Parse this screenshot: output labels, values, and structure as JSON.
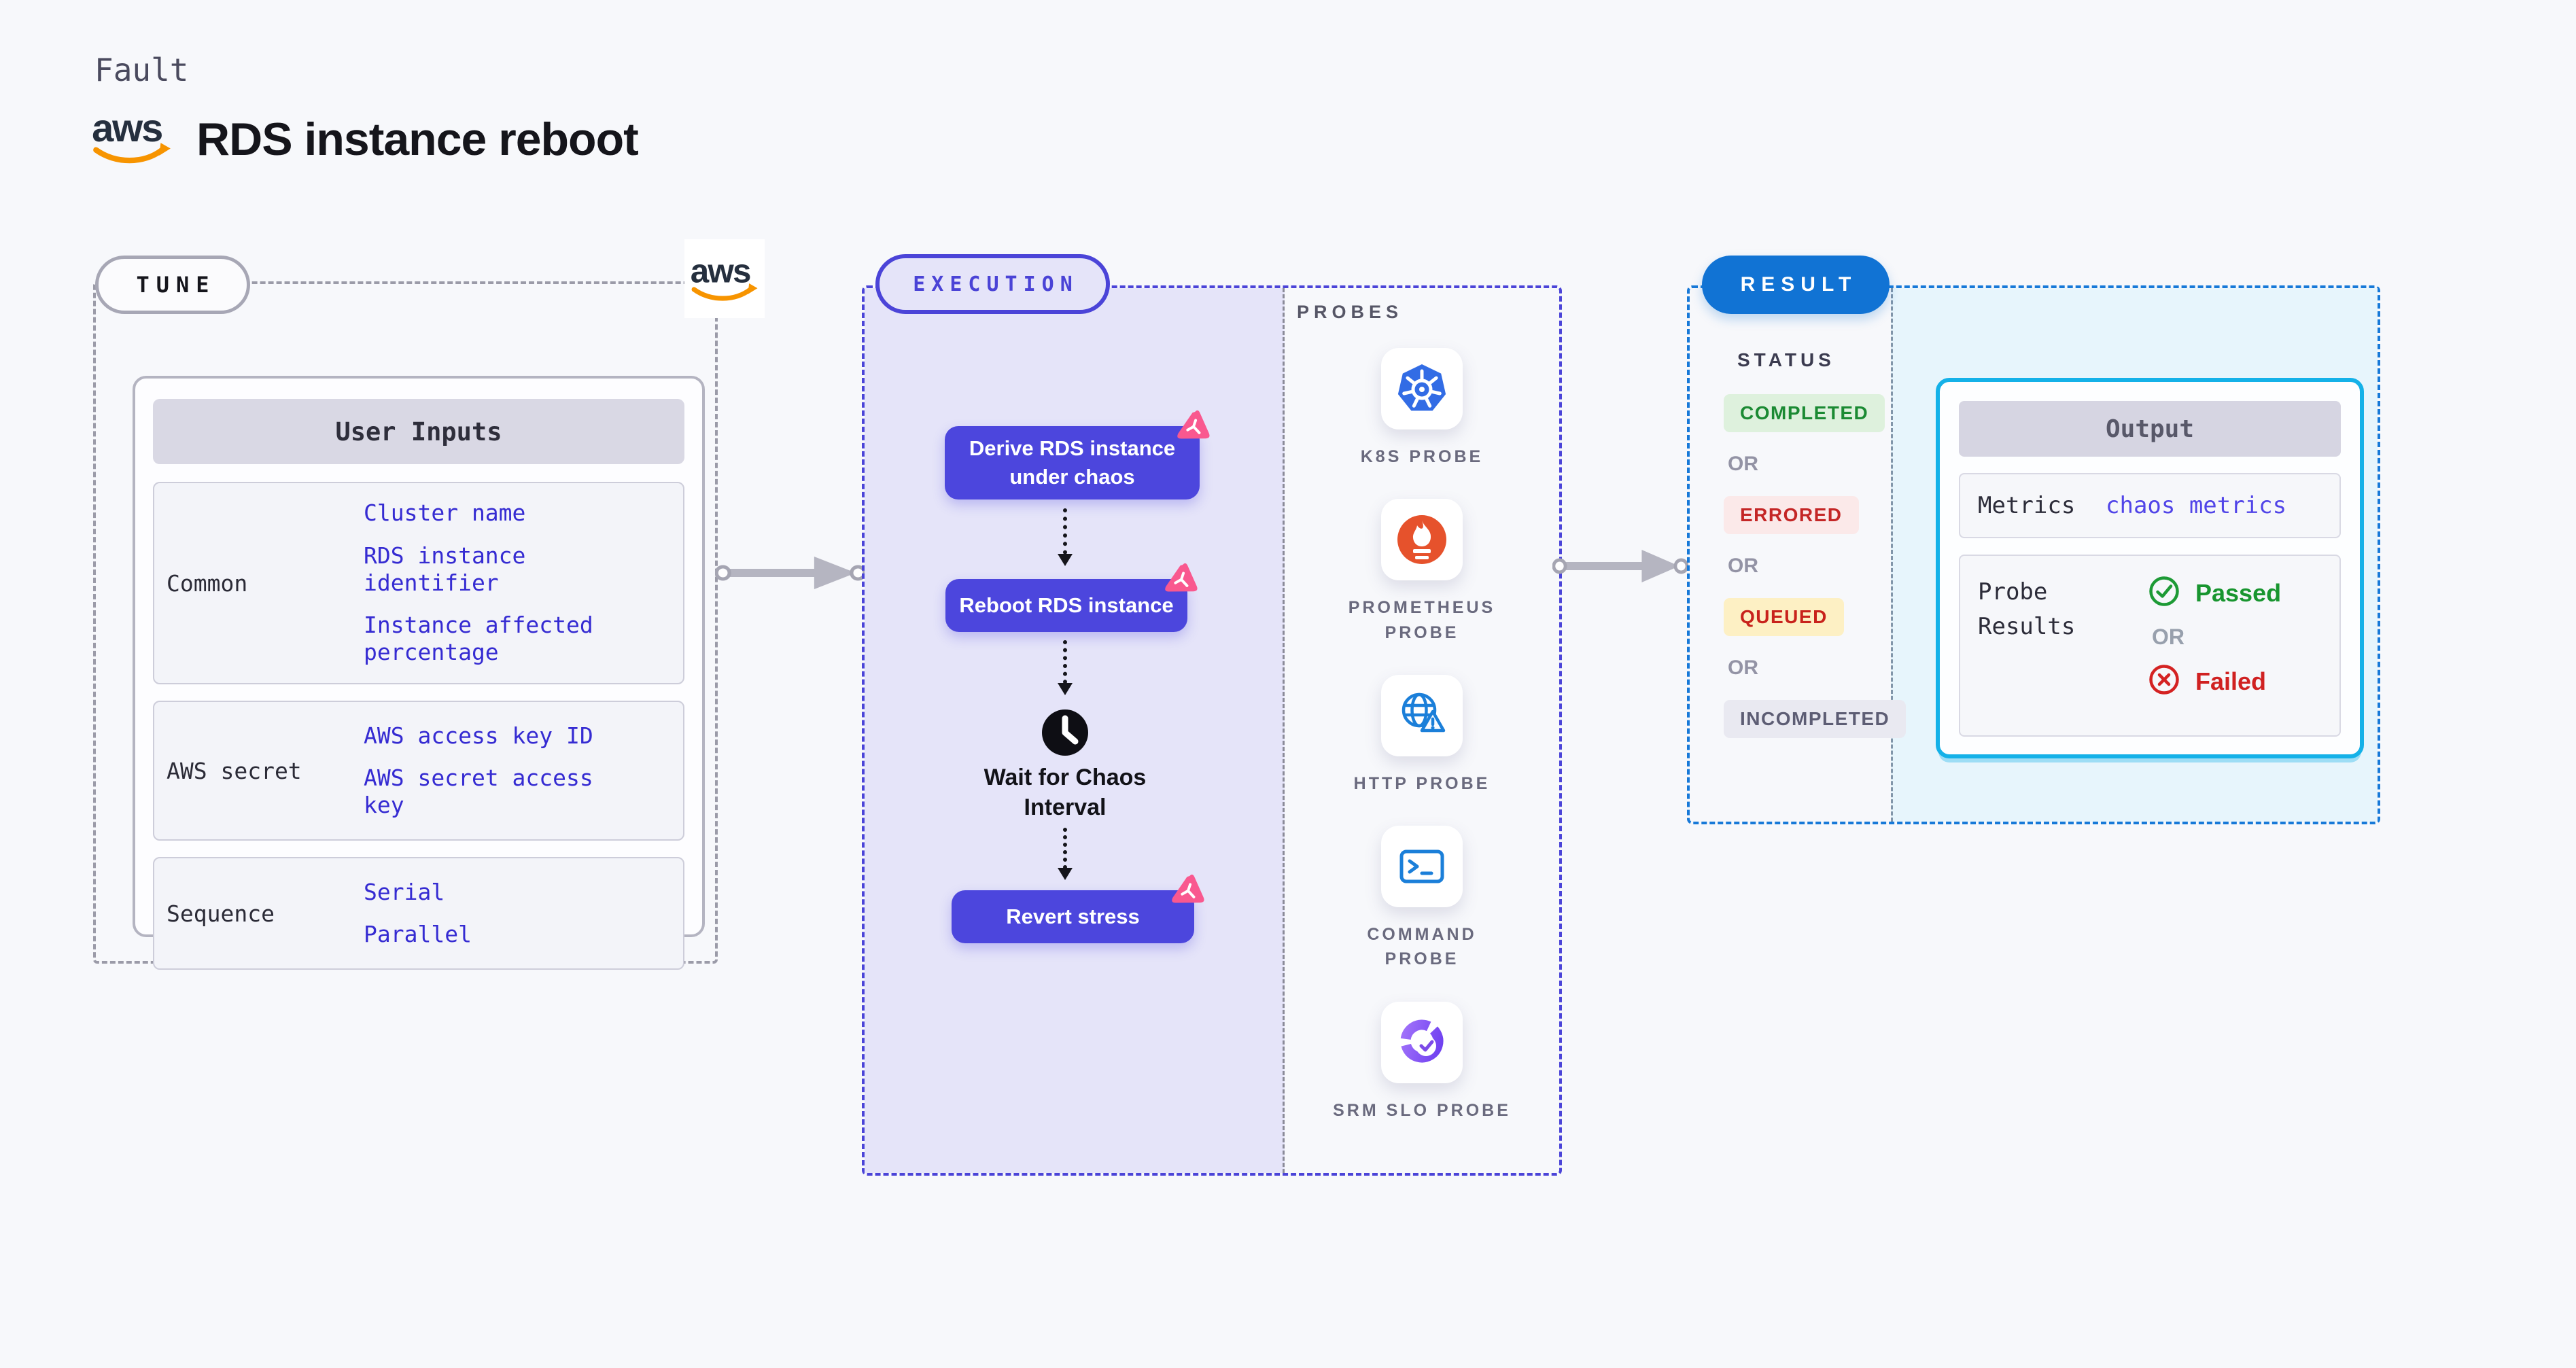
{
  "brand": {
    "aws": "aws"
  },
  "page": {
    "kicker": "Fault",
    "title": "RDS instance reboot"
  },
  "tune": {
    "pill": "TUNE",
    "table": {
      "header": "User Inputs",
      "rows": [
        {
          "label": "Common",
          "links": [
            "Cluster name",
            "RDS instance identifier",
            "Instance affected percentage"
          ]
        },
        {
          "label": "AWS secret",
          "links": [
            "AWS access key ID",
            "AWS secret access key"
          ]
        },
        {
          "label": "Sequence",
          "links": [
            "Serial",
            "Parallel"
          ]
        }
      ]
    }
  },
  "execution": {
    "pill": "EXECUTION",
    "nodes": {
      "derive": "Derive RDS instance under chaos",
      "reboot": "Reboot RDS instance",
      "wait": "Wait for Chaos Interval",
      "revert": "Revert stress"
    },
    "probes": {
      "title": "PROBES",
      "items": [
        {
          "name": "K8S PROBE",
          "icon": "kubernetes-icon"
        },
        {
          "name": "PROMETHEUS PROBE",
          "icon": "prometheus-icon"
        },
        {
          "name": "HTTP PROBE",
          "icon": "globe-alert-icon"
        },
        {
          "name": "COMMAND PROBE",
          "icon": "terminal-icon"
        },
        {
          "name": "SRM SLO PROBE",
          "icon": "slo-gauge-icon"
        }
      ]
    }
  },
  "result": {
    "pill": "RESULT",
    "status": {
      "title": "STATUS",
      "separator": "OR",
      "badges": [
        "COMPLETED",
        "ERRORED",
        "QUEUED",
        "INCOMPLETED"
      ]
    },
    "output": {
      "header": "Output",
      "metrics_label": "Metrics",
      "metrics_link": "chaos metrics",
      "probe_results_label": "Probe Results",
      "passed": "Passed",
      "separator": "OR",
      "failed": "Failed"
    }
  },
  "colors": {
    "page_bg": "#f7f8fb",
    "node_blue": "#4c46dd",
    "execution_fill": "#e5e4f9",
    "execution_border": "#4b44d8",
    "tune_border": "#9b9ba8",
    "result_pill_blue": "#1173d4",
    "result_border": "#1779d8",
    "result_fill": "#e7f5fc",
    "output_border_cyan": "#14b1e8",
    "link_blue": "#352bd2",
    "metrics_link_blue": "#5145e8",
    "passed_green": "#18952f",
    "failed_red": "#d02121",
    "completed_bg": "#def1dd",
    "completed_text": "#1b8a33",
    "errored_bg": "#fbe9e9",
    "errored_text": "#c42626",
    "queued_bg": "#fdf0c4",
    "queued_text": "#c8221c",
    "incompleted_bg": "#e9e9f1",
    "incompleted_text": "#5d5d74",
    "chaos_pink": "#f9588f",
    "kubernetes_blue": "#326ce5",
    "prometheus_orange": "#e6522c",
    "http_blue": "#1b7fd9",
    "slo_purple": "#7c4ae8",
    "aws_orange": "#f79400",
    "arrow_gray": "#b5b5c1"
  }
}
